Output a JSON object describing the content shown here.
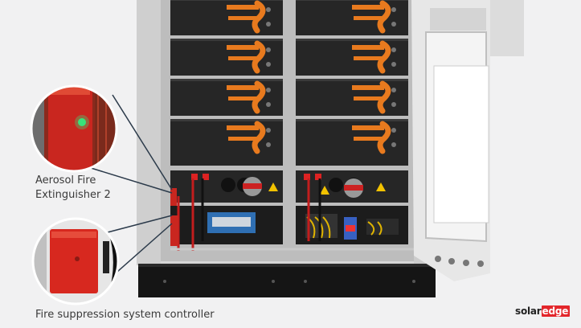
{
  "captions": {
    "aerosol": "Aerosol Fire\nExtinguisher 2",
    "fire_controller": "Fire suppression system controller"
  },
  "logo": {
    "solar": "solar",
    "edge": "edge"
  },
  "colors": {
    "background": "#f1f1f2",
    "cabinet": "#d9d9d9",
    "battery_module": "#262626",
    "connector_orange": "#e87a1e",
    "extinguisher_red": "#c9261f",
    "brand_red": "#e3262b"
  }
}
